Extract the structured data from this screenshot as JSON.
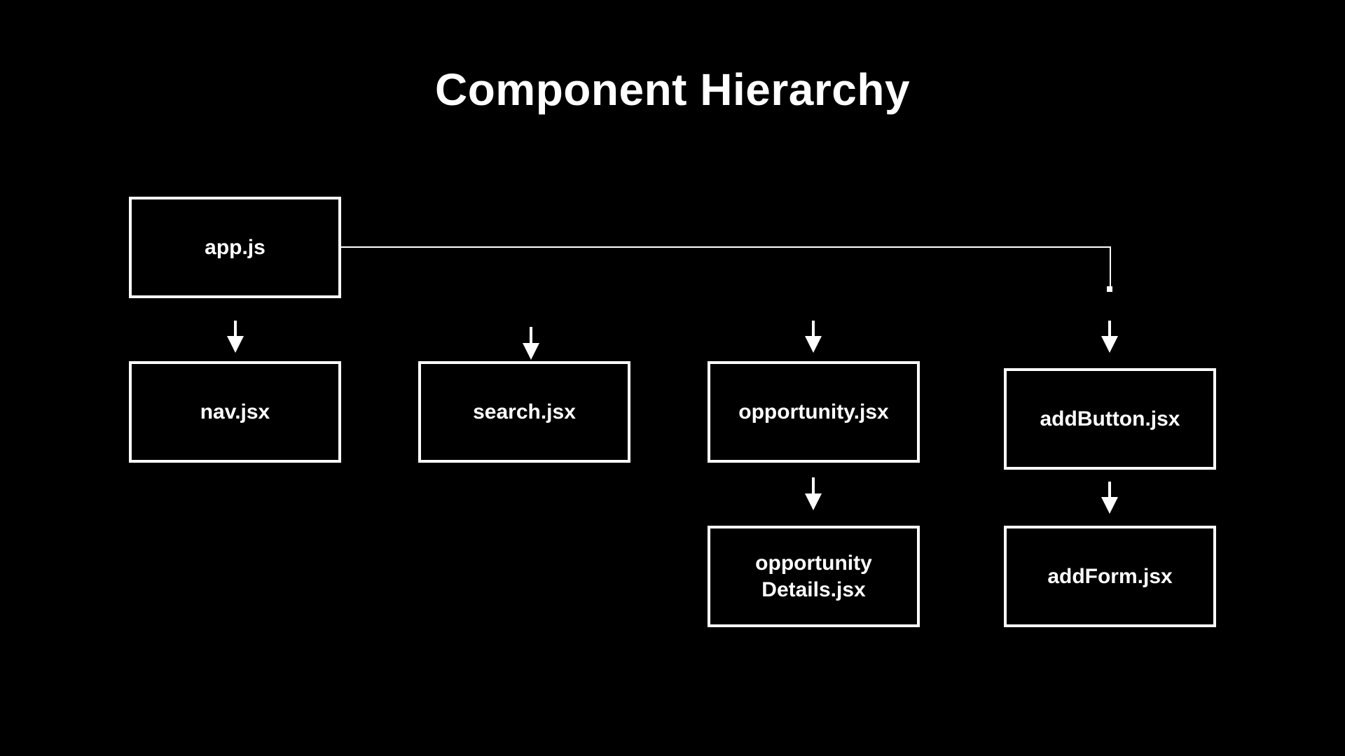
{
  "title": "Component Hierarchy",
  "nodes": {
    "app": "app.js",
    "nav": "nav.jsx",
    "search": "search.jsx",
    "opportunity": "opportunity.jsx",
    "add_button": "addButton.jsx",
    "opportunity_details": "opportunity\nDetails.jsx",
    "add_form": "addForm.jsx"
  },
  "edges": [
    {
      "from": "app.js",
      "to": "nav.jsx"
    },
    {
      "from": "app.js",
      "to": "search.jsx"
    },
    {
      "from": "app.js",
      "to": "opportunity.jsx"
    },
    {
      "from": "app.js",
      "to": "addButton.jsx"
    },
    {
      "from": "opportunity.jsx",
      "to": "opportunity\nDetails.jsx"
    },
    {
      "from": "addButton.jsx",
      "to": "addForm.jsx"
    }
  ],
  "colors": {
    "background": "#000000",
    "foreground": "#ffffff"
  }
}
